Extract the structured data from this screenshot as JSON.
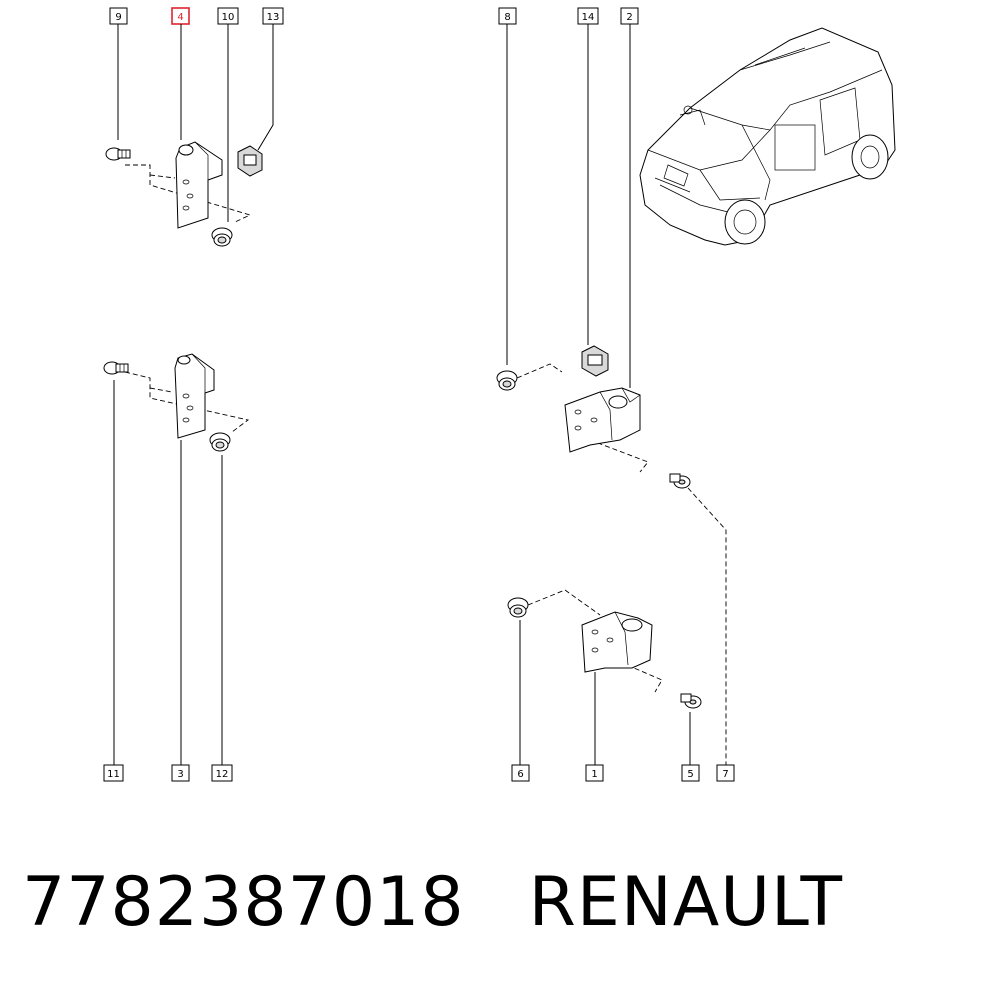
{
  "callouts": [
    "1",
    "2",
    "3",
    "4",
    "5",
    "6",
    "7",
    "8",
    "9",
    "10",
    "11",
    "12",
    "13",
    "14"
  ],
  "highlighted_callout": "4",
  "caption": {
    "part_number": "7782387018",
    "brand": "RENAULT"
  },
  "colors": {
    "highlight": "#e0242f",
    "ink": "#000000",
    "background": "#ffffff"
  },
  "icons": [
    "vehicle-illustration",
    "door-hinge",
    "bolt",
    "nut",
    "clip"
  ]
}
